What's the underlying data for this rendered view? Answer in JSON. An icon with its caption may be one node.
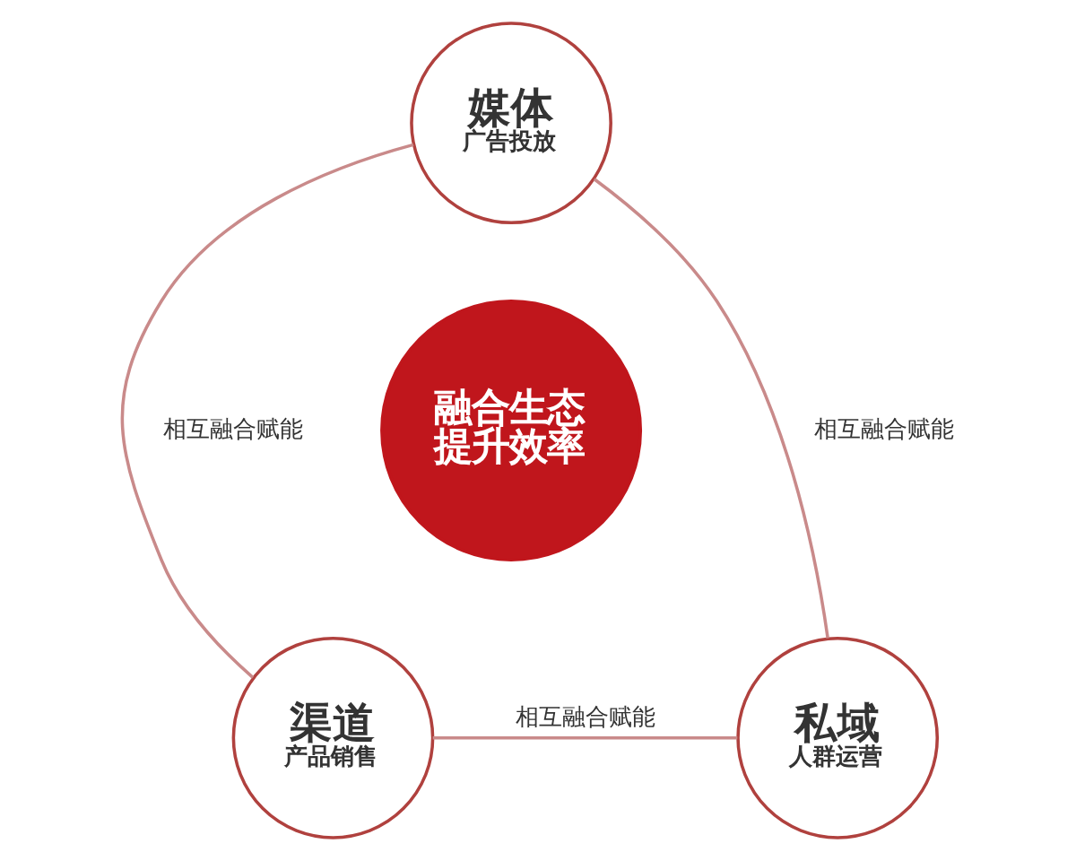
{
  "diagram": {
    "nodes": [
      {
        "text": [
          "媒体",
          "广告投放"
        ]
      },
      {
        "text": [
          "融合生态提升效率"
        ]
      },
      {
        "text": [
          "渠道",
          "产品销售"
        ]
      },
      {
        "text": [
          "私域",
          "人群运营"
        ]
      }
    ],
    "edges": [
      {
        "from": 0,
        "to": 2,
        "label": "相互融合赋能",
        "arrow": "none"
      },
      {
        "from": 0,
        "to": 3,
        "label": "相互融合赋能",
        "arrow": "none"
      },
      {
        "from": 2,
        "to": 3,
        "label": "相互融合赋能",
        "arrow": "none"
      }
    ]
  }
}
